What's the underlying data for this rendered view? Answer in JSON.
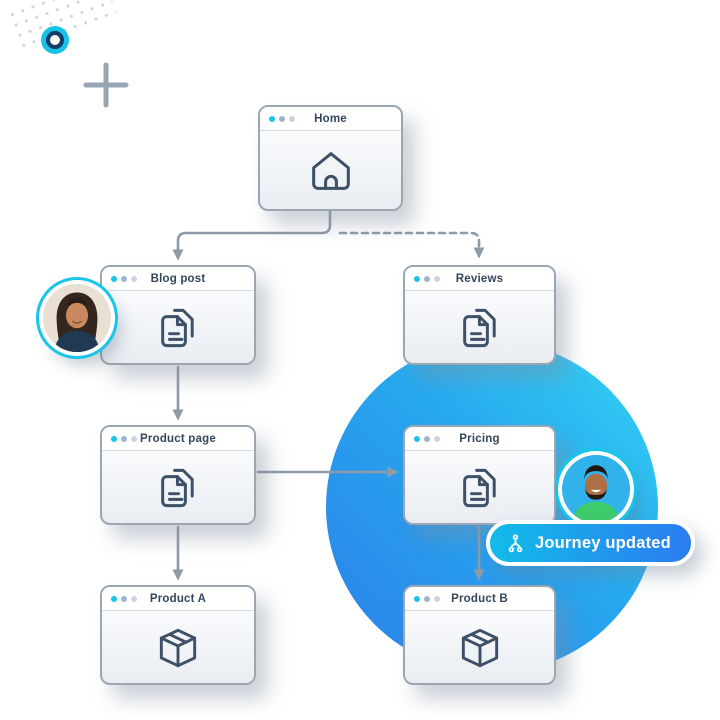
{
  "nodes": {
    "home": {
      "title": "Home",
      "icon": "home-icon"
    },
    "blog_post": {
      "title": "Blog post",
      "icon": "document-icon"
    },
    "reviews": {
      "title": "Reviews",
      "icon": "document-icon"
    },
    "product_page": {
      "title": "Product page",
      "icon": "document-icon"
    },
    "pricing": {
      "title": "Pricing",
      "icon": "document-icon"
    },
    "product_a": {
      "title": "Product A",
      "icon": "box-icon"
    },
    "product_b": {
      "title": "Product B",
      "icon": "box-icon"
    }
  },
  "edges": [
    {
      "from": "home",
      "to": "blog_post",
      "style": "solid"
    },
    {
      "from": "home",
      "to": "reviews",
      "style": "dashed"
    },
    {
      "from": "blog_post",
      "to": "product_page",
      "style": "solid"
    },
    {
      "from": "product_page",
      "to": "pricing",
      "style": "solid"
    },
    {
      "from": "product_page",
      "to": "product_a",
      "style": "solid"
    },
    {
      "from": "pricing",
      "to": "product_b",
      "style": "solid"
    }
  ],
  "badge": {
    "label": "Journey updated",
    "icon": "journey-icon"
  },
  "avatars": [
    {
      "id": "female-visitor-avatar",
      "attached_to": "blog_post"
    },
    {
      "id": "male-visitor-avatar",
      "attached_to": "pricing"
    }
  ],
  "colors": {
    "accent_cyan": "#16c2e8",
    "accent_blue": "#2b7cf0",
    "window_border": "#9aa6b2",
    "icon_stroke": "#3e5066",
    "arrow": "#8e9aa8",
    "title_text": "#33475b",
    "circle_gradient_start": "#34d4f3",
    "circle_gradient_end": "#2b7fe8"
  }
}
